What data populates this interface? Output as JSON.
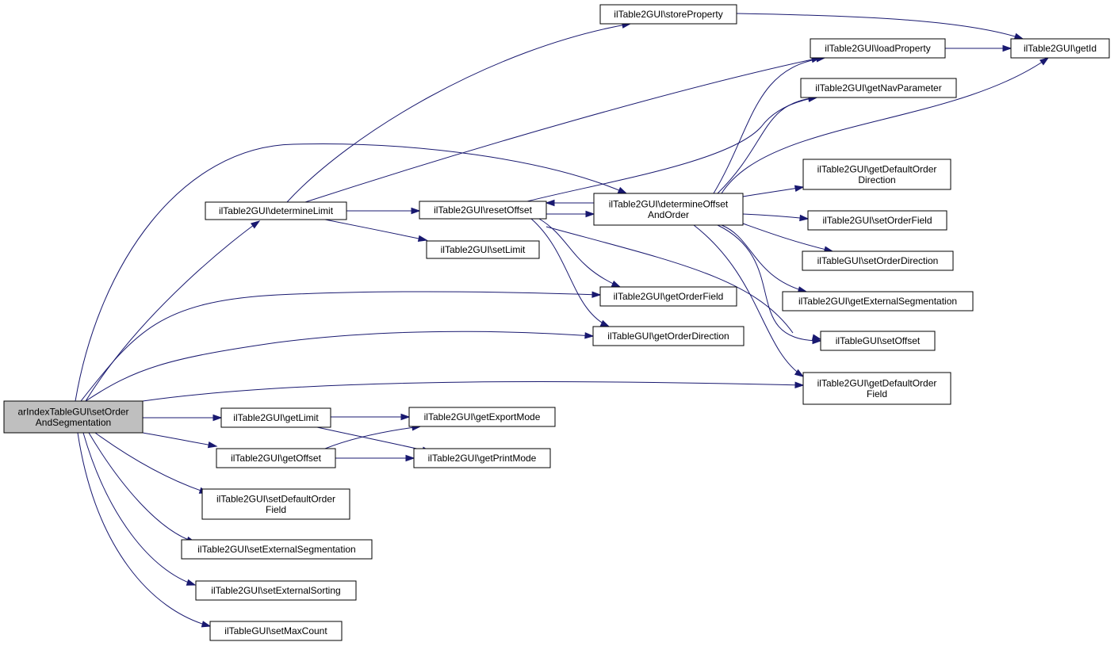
{
  "diagram": {
    "colors": {
      "edge": "#191970",
      "root_fill": "#bfbfbf",
      "node_fill": "#ffffff",
      "border": "#000000"
    },
    "nodes": [
      {
        "id": "root",
        "lines": [
          "arIndexTableGUI\\setOrder",
          "AndSegmentation"
        ]
      },
      {
        "id": "determineLimit",
        "lines": [
          "ilTable2GUI\\determineLimit"
        ]
      },
      {
        "id": "storeProperty",
        "lines": [
          "ilTable2GUI\\storeProperty"
        ]
      },
      {
        "id": "getId",
        "lines": [
          "ilTable2GUI\\getId"
        ]
      },
      {
        "id": "loadProperty",
        "lines": [
          "ilTable2GUI\\loadProperty"
        ]
      },
      {
        "id": "resetOffset",
        "lines": [
          "ilTable2GUI\\resetOffset"
        ]
      },
      {
        "id": "determineOffsetAndOrder",
        "lines": [
          "ilTable2GUI\\determineOffset",
          "AndOrder"
        ]
      },
      {
        "id": "setLimit",
        "lines": [
          "ilTable2GUI\\setLimit"
        ]
      },
      {
        "id": "getNavParameter",
        "lines": [
          "ilTable2GUI\\getNavParameter"
        ]
      },
      {
        "id": "getDefaultOrderDirection",
        "lines": [
          "ilTable2GUI\\getDefaultOrder",
          "Direction"
        ]
      },
      {
        "id": "setOrderField",
        "lines": [
          "ilTable2GUI\\setOrderField"
        ]
      },
      {
        "id": "setOrderDirection",
        "lines": [
          "ilTableGUI\\setOrderDirection"
        ]
      },
      {
        "id": "getOrderField",
        "lines": [
          "ilTable2GUI\\getOrderField"
        ]
      },
      {
        "id": "getExternalSegmentation",
        "lines": [
          "ilTable2GUI\\getExternalSegmentation"
        ]
      },
      {
        "id": "getOrderDirection",
        "lines": [
          "ilTableGUI\\getOrderDirection"
        ]
      },
      {
        "id": "setOffset",
        "lines": [
          "ilTableGUI\\setOffset"
        ]
      },
      {
        "id": "getDefaultOrderField",
        "lines": [
          "ilTable2GUI\\getDefaultOrder",
          "Field"
        ]
      },
      {
        "id": "getLimit",
        "lines": [
          "ilTable2GUI\\getLimit"
        ]
      },
      {
        "id": "getExportMode",
        "lines": [
          "ilTable2GUI\\getExportMode"
        ]
      },
      {
        "id": "getOffset",
        "lines": [
          "ilTable2GUI\\getOffset"
        ]
      },
      {
        "id": "getPrintMode",
        "lines": [
          "ilTable2GUI\\getPrintMode"
        ]
      },
      {
        "id": "setDefaultOrderField",
        "lines": [
          "ilTable2GUI\\setDefaultOrder",
          "Field"
        ]
      },
      {
        "id": "setExternalSegmentation",
        "lines": [
          "ilTable2GUI\\setExternalSegmentation"
        ]
      },
      {
        "id": "setExternalSorting",
        "lines": [
          "ilTable2GUI\\setExternalSorting"
        ]
      },
      {
        "id": "setMaxCount",
        "lines": [
          "ilTableGUI\\setMaxCount"
        ]
      }
    ],
    "edges": [
      {
        "from": "root",
        "to": "determineLimit"
      },
      {
        "from": "root",
        "to": "determineOffsetAndOrder"
      },
      {
        "from": "root",
        "to": "getOrderField"
      },
      {
        "from": "root",
        "to": "getOrderDirection"
      },
      {
        "from": "root",
        "to": "getDefaultOrderField"
      },
      {
        "from": "root",
        "to": "getLimit"
      },
      {
        "from": "root",
        "to": "getOffset"
      },
      {
        "from": "root",
        "to": "setDefaultOrderField"
      },
      {
        "from": "root",
        "to": "setExternalSegmentation"
      },
      {
        "from": "root",
        "to": "setExternalSorting"
      },
      {
        "from": "root",
        "to": "setMaxCount"
      },
      {
        "from": "determineLimit",
        "to": "storeProperty"
      },
      {
        "from": "determineLimit",
        "to": "loadProperty"
      },
      {
        "from": "determineLimit",
        "to": "resetOffset"
      },
      {
        "from": "determineLimit",
        "to": "setLimit"
      },
      {
        "from": "storeProperty",
        "to": "getId"
      },
      {
        "from": "loadProperty",
        "to": "getId"
      },
      {
        "from": "resetOffset",
        "to": "getNavParameter"
      },
      {
        "from": "resetOffset",
        "to": "determineOffsetAndOrder"
      },
      {
        "from": "resetOffset",
        "to": "getOrderField"
      },
      {
        "from": "resetOffset",
        "to": "getOrderDirection"
      },
      {
        "from": "resetOffset",
        "to": "setOffset"
      },
      {
        "from": "determineOffsetAndOrder",
        "to": "resetOffset"
      },
      {
        "from": "determineOffsetAndOrder",
        "to": "loadProperty"
      },
      {
        "from": "determineOffsetAndOrder",
        "to": "getNavParameter"
      },
      {
        "from": "determineOffsetAndOrder",
        "to": "getId"
      },
      {
        "from": "determineOffsetAndOrder",
        "to": "getDefaultOrderDirection"
      },
      {
        "from": "determineOffsetAndOrder",
        "to": "setOrderField"
      },
      {
        "from": "determineOffsetAndOrder",
        "to": "setOrderDirection"
      },
      {
        "from": "determineOffsetAndOrder",
        "to": "getExternalSegmentation"
      },
      {
        "from": "determineOffsetAndOrder",
        "to": "setOffset"
      },
      {
        "from": "determineOffsetAndOrder",
        "to": "getDefaultOrderField"
      },
      {
        "from": "getLimit",
        "to": "getExportMode"
      },
      {
        "from": "getLimit",
        "to": "getPrintMode"
      },
      {
        "from": "getOffset",
        "to": "getExportMode"
      },
      {
        "from": "getOffset",
        "to": "getPrintMode"
      }
    ]
  }
}
